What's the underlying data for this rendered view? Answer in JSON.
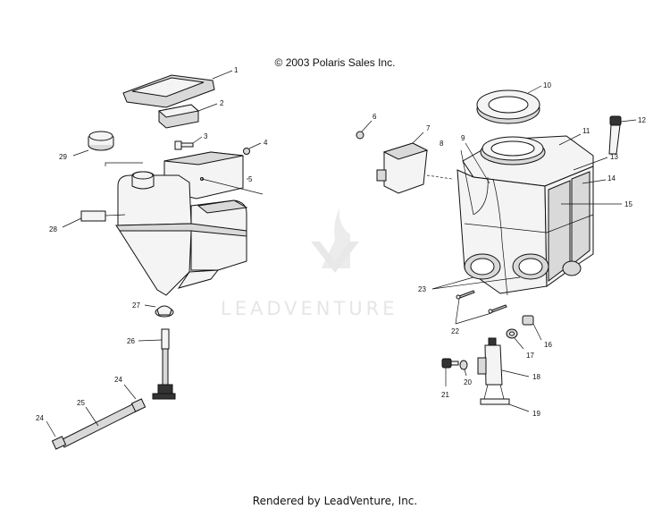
{
  "header": {
    "copyright": "© 2003 Polaris Sales Inc."
  },
  "footer": {
    "rendered_by": "Rendered by LeadVenture, Inc."
  },
  "watermark": {
    "text": "LEADVENTURE"
  },
  "callouts": {
    "c1": "1",
    "c2": "2",
    "c3": "3",
    "c4": "4",
    "c5": "5",
    "c6": "6",
    "c7": "7",
    "c8": "8",
    "c9": "9",
    "c10": "10",
    "c11": "11",
    "c12": "12",
    "c13": "13",
    "c14": "14",
    "c15": "15",
    "c16": "16",
    "c17": "17",
    "c18": "18",
    "c19": "19",
    "c20": "20",
    "c21": "21",
    "c22": "22",
    "c23": "23",
    "c24a": "24",
    "c24b": "24",
    "c25": "25",
    "c26": "26",
    "c27": "27",
    "c28": "28",
    "c29": "29"
  }
}
